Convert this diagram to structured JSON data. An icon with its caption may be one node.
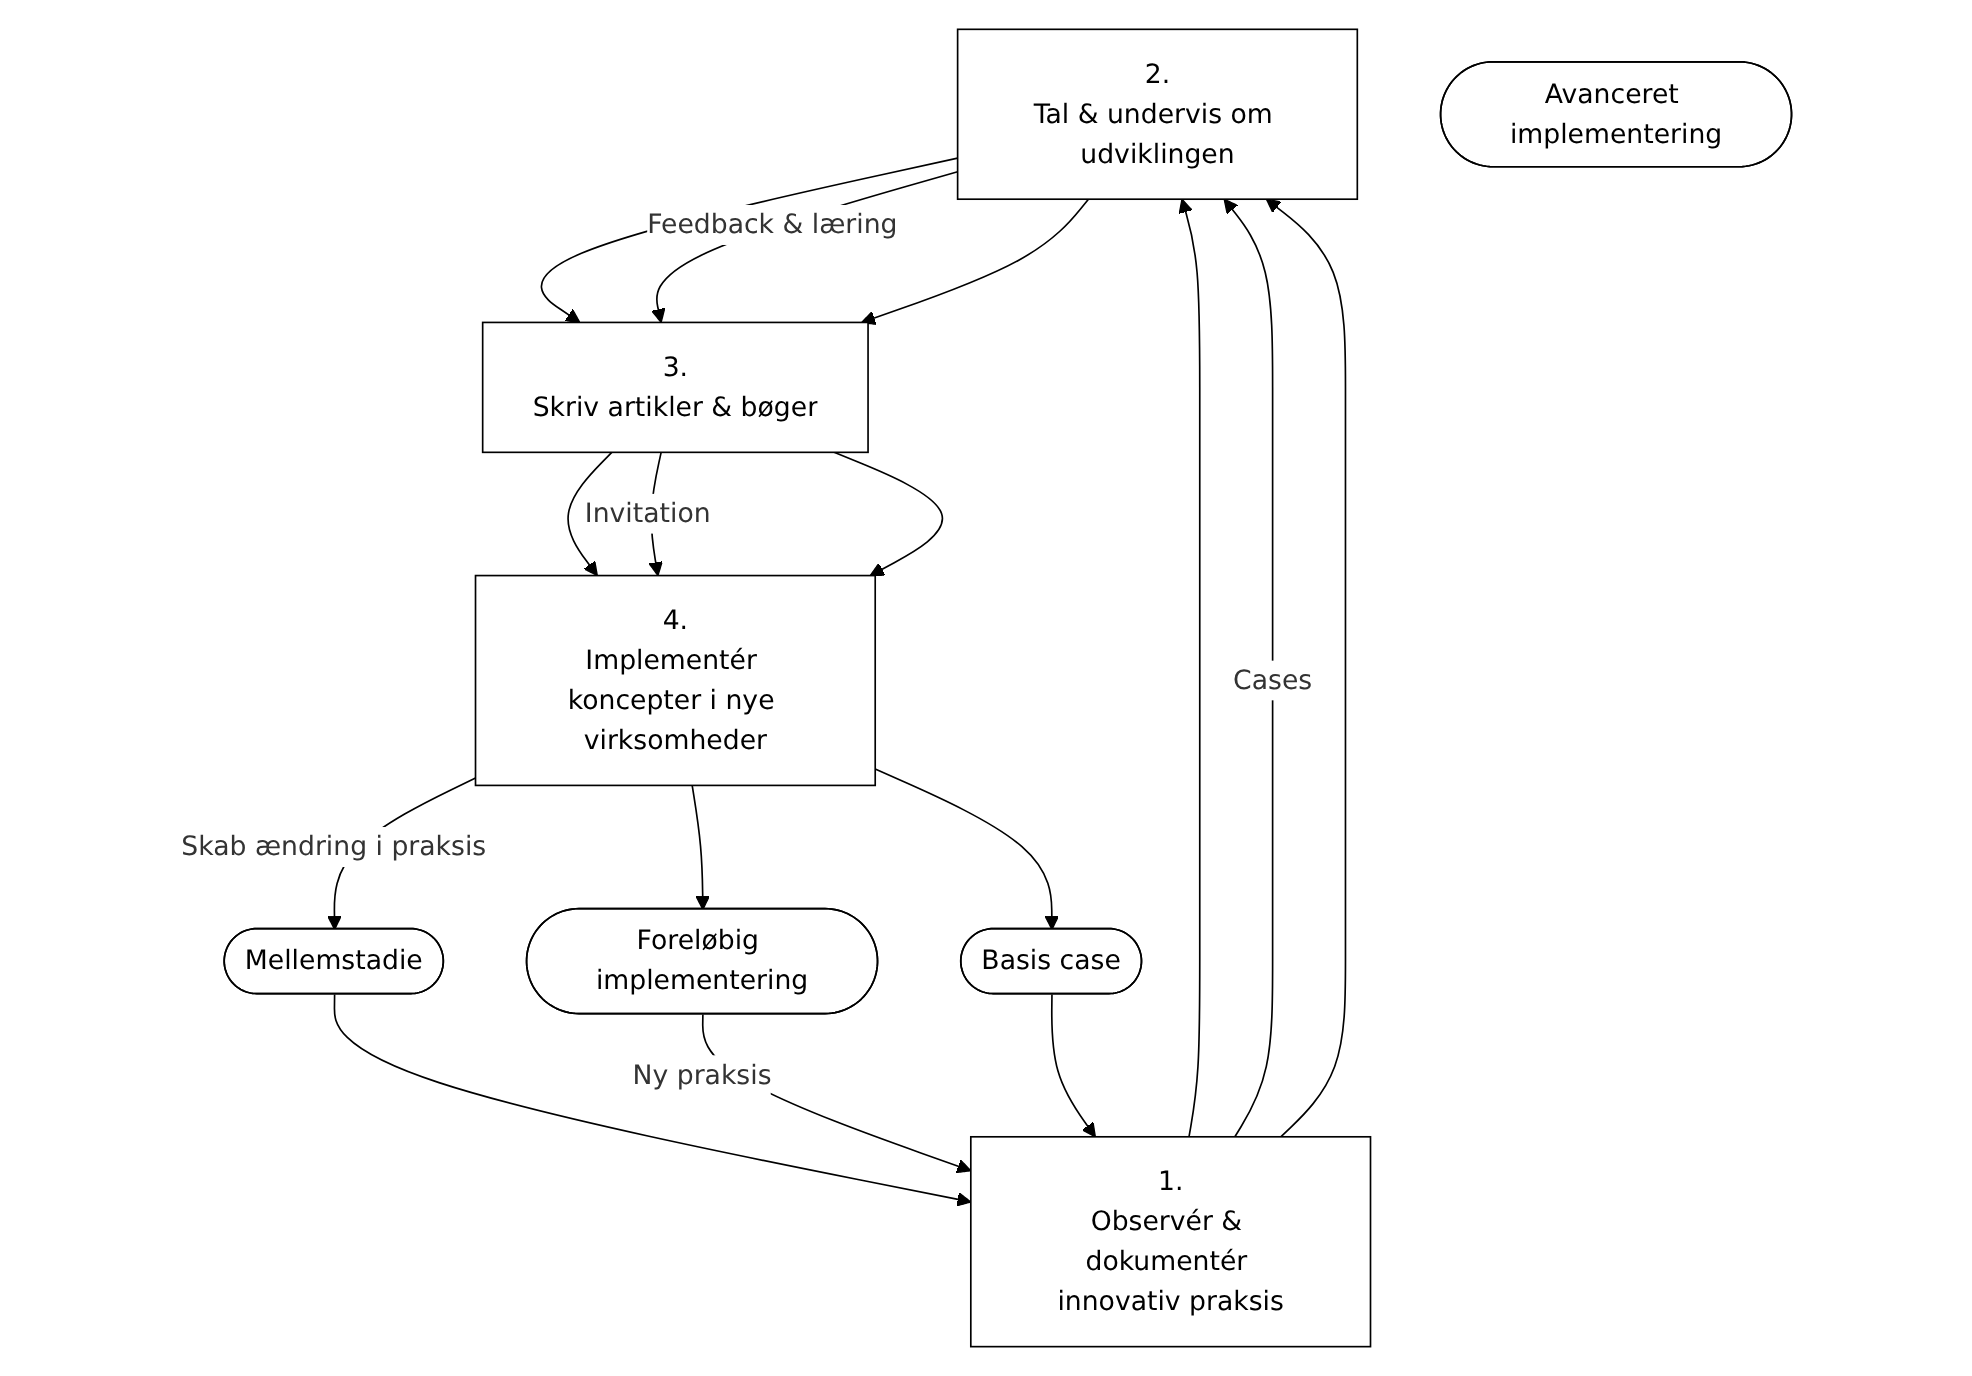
{
  "diagram": {
    "nodes": [
      {
        "text": [
          "2.",
          "Tal & undervis om udviklingen"
        ]
      },
      {
        "text": [
          "3.",
          "Skriv artikler & bøger"
        ]
      },
      {
        "text": [
          "1.",
          "Observér & dokumentér innovativ praksis"
        ]
      },
      {
        "text": [
          "4.",
          "Implementér koncepter i nye virksomheder"
        ]
      },
      {
        "text": [
          "Avanceret implementering"
        ]
      },
      {
        "text": [
          "Mellemstadie"
        ]
      },
      {
        "text": [
          "Foreløbig implementering"
        ]
      },
      {
        "text": [
          "Basis case"
        ]
      }
    ],
    "edges": [
      {
        "from": 0,
        "to": 1,
        "arrow": "to"
      },
      {
        "from": 0,
        "to": 1,
        "arrow": "to",
        "label": "Feedback & læring"
      },
      {
        "from": 0,
        "to": 1,
        "arrow": "to"
      },
      {
        "from": 1,
        "to": 3,
        "arrow": "to"
      },
      {
        "from": 1,
        "to": 3,
        "arrow": "to",
        "label": "Invitation"
      },
      {
        "from": 1,
        "to": 3,
        "arrow": "to"
      },
      {
        "from": 3,
        "to": 5,
        "arrow": "to",
        "label": "Skab ændring i praksis"
      },
      {
        "from": 3,
        "to": 6,
        "arrow": "to"
      },
      {
        "from": 3,
        "to": 7,
        "arrow": "to"
      },
      {
        "from": 5,
        "to": 2,
        "arrow": "to"
      },
      {
        "from": 6,
        "to": 2,
        "arrow": "to",
        "label": "Ny praksis"
      },
      {
        "from": 7,
        "to": 2,
        "arrow": "to"
      },
      {
        "from": 2,
        "to": 0,
        "arrow": "to"
      },
      {
        "from": 2,
        "to": 0,
        "arrow": "to",
        "label": "Cases"
      },
      {
        "from": 2,
        "to": 0,
        "arrow": "to"
      }
    ]
  }
}
